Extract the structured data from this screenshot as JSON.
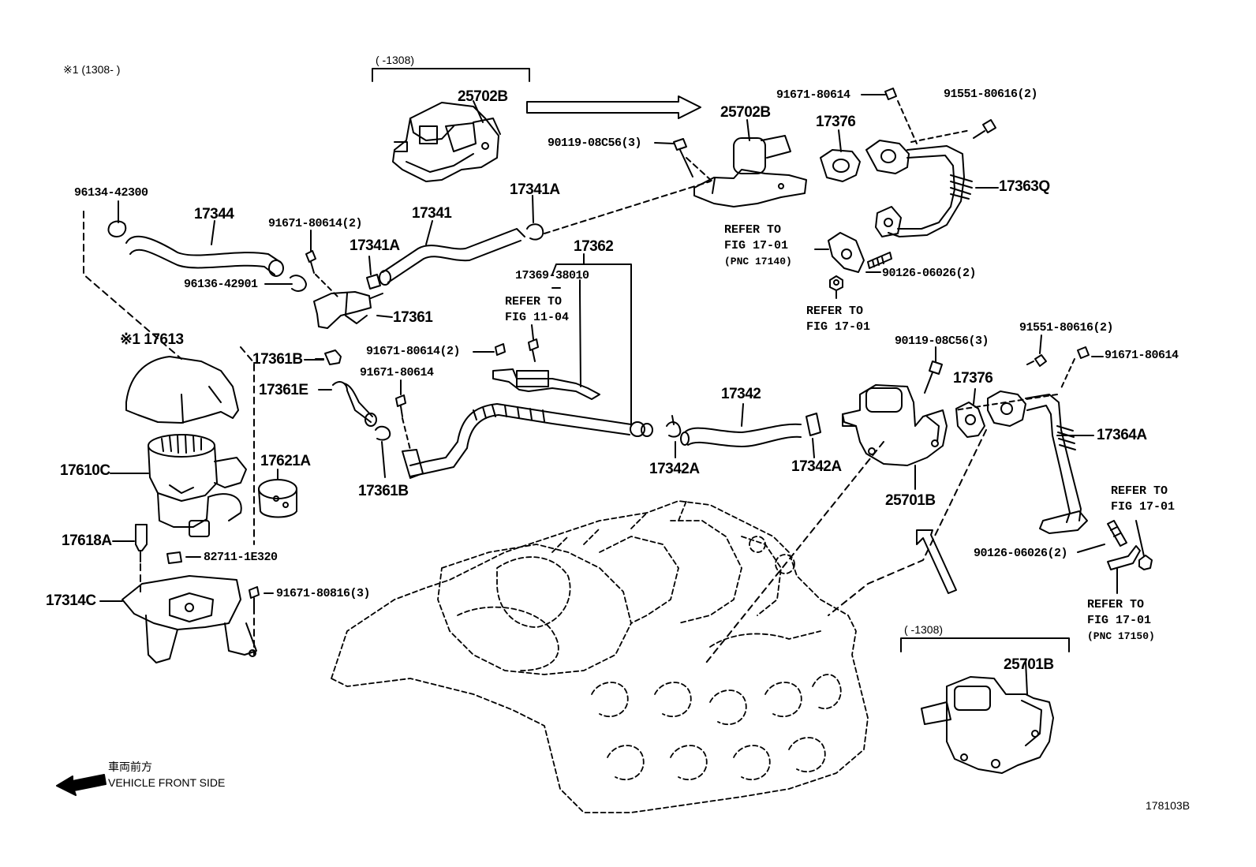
{
  "diagram_code": "178103B",
  "note_date": "※1 (1308-    )",
  "direction": {
    "jp": "車両前方",
    "en": "VEHICLE FRONT SIDE"
  },
  "brackets": {
    "top": "(    -1308)",
    "bottom_right": "(    -1308)"
  },
  "parts": {
    "p25702B_old": "25702B",
    "p25702B_new": "25702B",
    "p90119_top": "90119-08C56(3)",
    "p91671_top": "91671-80614",
    "p91551_top": "91551-80616(2)",
    "p17376_top": "17376",
    "p17363Q": "17363Q",
    "p96134": "96134-42300",
    "p17344": "17344",
    "p91671_2a": "91671-80614(2)",
    "p17341": "17341",
    "p17341A_top": "17341A",
    "p17341A_mid": "17341A",
    "p96136": "96136-42901",
    "p17361": "17361",
    "p17362": "17362",
    "p17369": "17369-38010",
    "p90126_top": "90126-06026(2)",
    "p17613": "※1 17613",
    "p17361B_top": "17361B",
    "p91671_2b": "91671-80614(2)",
    "p91671_mid": "91671-80614",
    "p17361E": "17361E",
    "p17610C": "17610C",
    "p17621A": "17621A",
    "p17361B_bot": "17361B",
    "p17342": "17342",
    "p17342A_left": "17342A",
    "p17342A_right": "17342A",
    "p90119_right": "90119-08C56(3)",
    "p17376_right": "17376",
    "p91551_right": "91551-80616(2)",
    "p91671_right": "91671-80614",
    "p17364A": "17364A",
    "p25701B_mid": "25701B",
    "p17618A": "17618A",
    "p82711": "82711-1E320",
    "p17314C": "17314C",
    "p91671_816": "91671-80816(3)",
    "p90126_right": "90126-06026(2)",
    "p25701B_bot": "25701B"
  },
  "refs": {
    "r1": {
      "line1": "REFER TO",
      "line2": "FIG 17-01",
      "line3": "(PNC 17140)"
    },
    "r2": {
      "line1": "REFER TO",
      "line2": "FIG 17-01"
    },
    "r3": {
      "line1": "REFER TO",
      "line2": "FIG 11-04"
    },
    "r4": {
      "line1": "REFER TO",
      "line2": "FIG 17-01"
    },
    "r5": {
      "line1": "REFER TO",
      "line2": "FIG 17-01",
      "line3": "(PNC 17150)"
    }
  }
}
